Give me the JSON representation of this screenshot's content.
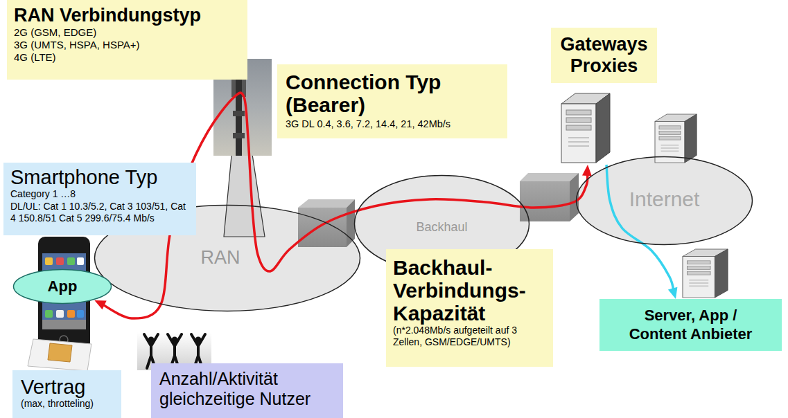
{
  "diagram": {
    "nodes": [
      {
        "text": [
          "RAN Verbindungstyp",
          "2G (GSM, EDGE)",
          "3G (UMTS, HSPA, HSPA+)",
          "4G (LTE)"
        ]
      },
      {
        "text": [
          "Gateways Proxies"
        ]
      },
      {
        "text": [
          "Connection Typ (Bearer)",
          "3G DL 0.4, 3.6, 7.2, 14.4, 21, 42Mb/s"
        ]
      },
      {
        "text": [
          "Smartphone Typ",
          "Category 1 …8",
          "DL/UL: Cat 1 10.3/5.2, Cat 3 103/51, Cat 4 150.8/51 Cat 5 299.6/75.4 Mb/s"
        ]
      },
      {
        "text": [
          "App"
        ]
      },
      {
        "text": [
          "RAN"
        ]
      },
      {
        "text": [
          "Backhaul"
        ]
      },
      {
        "text": [
          "Internet"
        ]
      },
      {
        "text": [
          "Backhaul- Verbindungs- Kapazität",
          "(n*2.048Mb/s aufgeteilt auf 3 Zellen, GSM/EDGE/UMTS)"
        ]
      },
      {
        "text": [
          "Server, App / Content Anbieter"
        ]
      },
      {
        "text": [
          "Vertrag",
          "(max, throtteling)"
        ]
      },
      {
        "text": [
          "Anzahl/Aktivität gleichzeitige Nutzer"
        ]
      }
    ],
    "edges": [
      {
        "from": 4,
        "to": 1,
        "arrow": "both"
      },
      {
        "from": 1,
        "to": 9,
        "arrow": "to"
      }
    ]
  }
}
